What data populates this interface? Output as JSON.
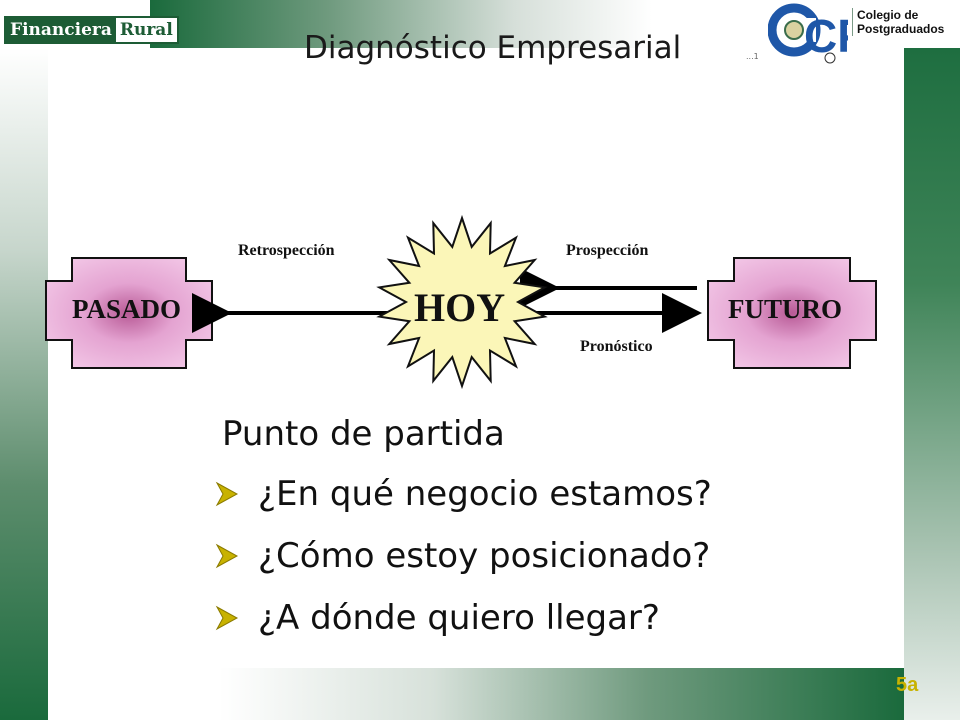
{
  "header": {
    "left_logo": {
      "part_a": "Financiera",
      "part_b": "Rural"
    },
    "right_logo": {
      "mark": "CP",
      "line1": "Colegio de",
      "line2": "Postgraduados"
    },
    "title": "Diagnóstico Empresarial",
    "title_note": "...1"
  },
  "diagram": {
    "past_label": "PASADO",
    "today_label": "HOY",
    "future_label": "FUTURO",
    "retro_label": "Retrospección",
    "prospect_label": "Prospección",
    "forecast_label": "Pronóstico"
  },
  "content": {
    "heading": "Punto de partida",
    "bullets": [
      "¿En qué negocio estamos?",
      "¿Cómo estoy posicionado?",
      "¿A dónde quiero llegar?"
    ]
  },
  "footer": {
    "slide_number": "5a"
  },
  "colors": {
    "brand_green": "#1a6a3c",
    "cross_fill": "#e8a8d6",
    "star_fill": "#fbf6b8",
    "bullet": "#c8b200"
  }
}
